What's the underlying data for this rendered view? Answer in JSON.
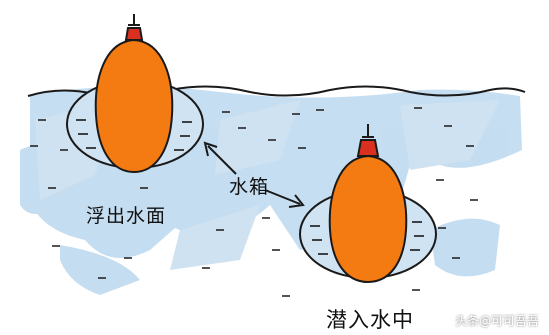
{
  "labels": {
    "float": "浮出水面",
    "tank": "水箱",
    "dive": "潜入水中"
  },
  "watermark": {
    "text": "头条@可可吾吾"
  },
  "colors": {
    "water": "#bcd8ef",
    "tank_fill": "#cfe3f3",
    "hull": "#f47a12",
    "tower": "#d9301f",
    "outline": "#1a1a1a"
  }
}
